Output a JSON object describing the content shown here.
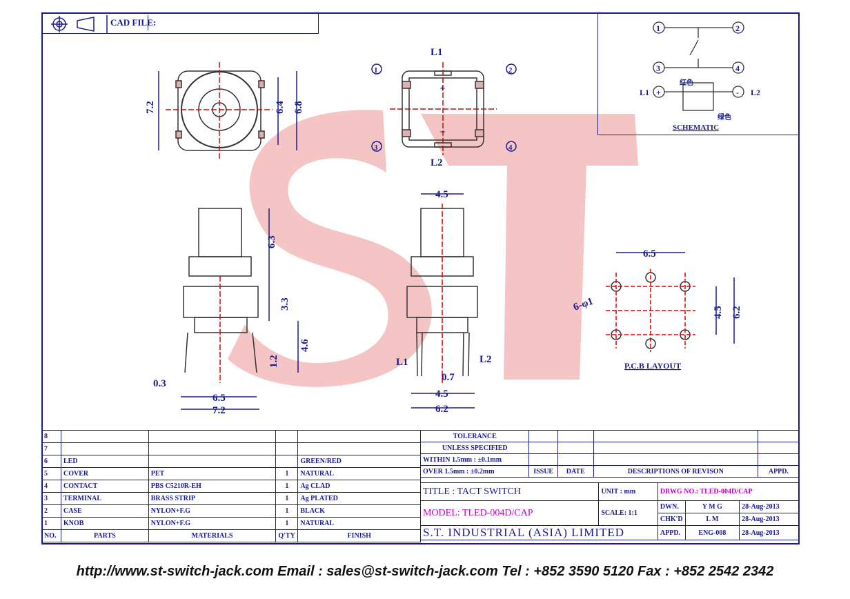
{
  "header": {
    "cad_label": "CAD FILE:"
  },
  "watermark": {
    "text": "ST"
  },
  "schematic": {
    "pins": [
      "1",
      "2",
      "3",
      "4"
    ],
    "l1": "L1",
    "l2": "L2",
    "plus": "+",
    "minus": "-",
    "red_label": "红色",
    "green_label": "绿色",
    "title": "SCHEMATIC"
  },
  "views": {
    "top_dims": [
      "7.2",
      "6.4",
      "6.8"
    ],
    "bottom_labels": {
      "l1": "L1",
      "l2": "L2",
      "plus": "+",
      "minus": "−",
      "pins": [
        "1",
        "2",
        "3",
        "4"
      ]
    },
    "front_dims": [
      "6.3",
      "3.3",
      "4.6",
      "1.2",
      "0.3",
      "6.5",
      "7.2"
    ],
    "side_dims": [
      "4.5",
      "0.7",
      "4.5",
      "6.2"
    ],
    "side_labels": {
      "l1": "L1",
      "l2": "L2"
    },
    "pcb": {
      "dims": [
        "6.5",
        "4.5",
        "6.2"
      ],
      "hole": "6-φ1",
      "title": "P.C.B LAYOUT"
    }
  },
  "bom": {
    "rows": [
      {
        "no": "8",
        "part": "",
        "material": "",
        "qty": "",
        "finish": ""
      },
      {
        "no": "7",
        "part": "",
        "material": "",
        "qty": "",
        "finish": ""
      },
      {
        "no": "6",
        "part": "LED",
        "material": "",
        "qty": "",
        "finish": "GREEN/RED"
      },
      {
        "no": "5",
        "part": "COVER",
        "material": "PET",
        "qty": "1",
        "finish": "NATURAL"
      },
      {
        "no": "4",
        "part": "CONTACT",
        "material": "PBS C5210R-EH",
        "qty": "1",
        "finish": "Ag CLAD"
      },
      {
        "no": "3",
        "part": "TERMINAL",
        "material": "BRASS STRIP",
        "qty": "1",
        "finish": "Ag PLATED"
      },
      {
        "no": "2",
        "part": "CASE",
        "material": "NYLON+F.G",
        "qty": "1",
        "finish": "BLACK"
      },
      {
        "no": "1",
        "part": "KNOB",
        "material": "NYLON+F.G",
        "qty": "1",
        "finish": "NATURAL"
      }
    ],
    "headers": {
      "no": "NO.",
      "part": "PARTS",
      "material": "MATERIALS",
      "qty": "Q'TY",
      "finish": "FINISH"
    }
  },
  "titleblock": {
    "tolerance": "TOLERANCE",
    "unless": "UNLESS  SPECIFIED",
    "within": "WITHIN  1.5mm : ±0.1mm",
    "over": "OVER    1.5mm : ±0.2mm",
    "issue": "ISSUE",
    "date": "DATE",
    "desc": "DESCRIPTIONS  OF  REVISON",
    "appd": "APPD.",
    "title": "TITLE : TACT SWITCH",
    "unit": "UNIT :  mm",
    "drwg": "DRWG NO.: TLED-004D/CAP",
    "model": "MODEL: TLED-004D/CAP",
    "scale": "SCALE:  1:1",
    "dwn_label": "DWN.",
    "dwn_val": "Y M G",
    "dwn_date": "28-Aug-2013",
    "chk_label": "CHK'D",
    "chk_val": "L M",
    "chk_date": "28-Aug-2013",
    "appd_label": "APPD.",
    "appd_val": "ENG-008",
    "appd_date": "28-Aug-2013",
    "company": "S.T.  INDUSTRIAL  (ASIA)  LIMITED"
  },
  "footer": {
    "text": "http://www.st-switch-jack.com  Email : sales@st-switch-jack.com  Tel : +852 3590 5120  Fax : +852 2542 2342"
  }
}
